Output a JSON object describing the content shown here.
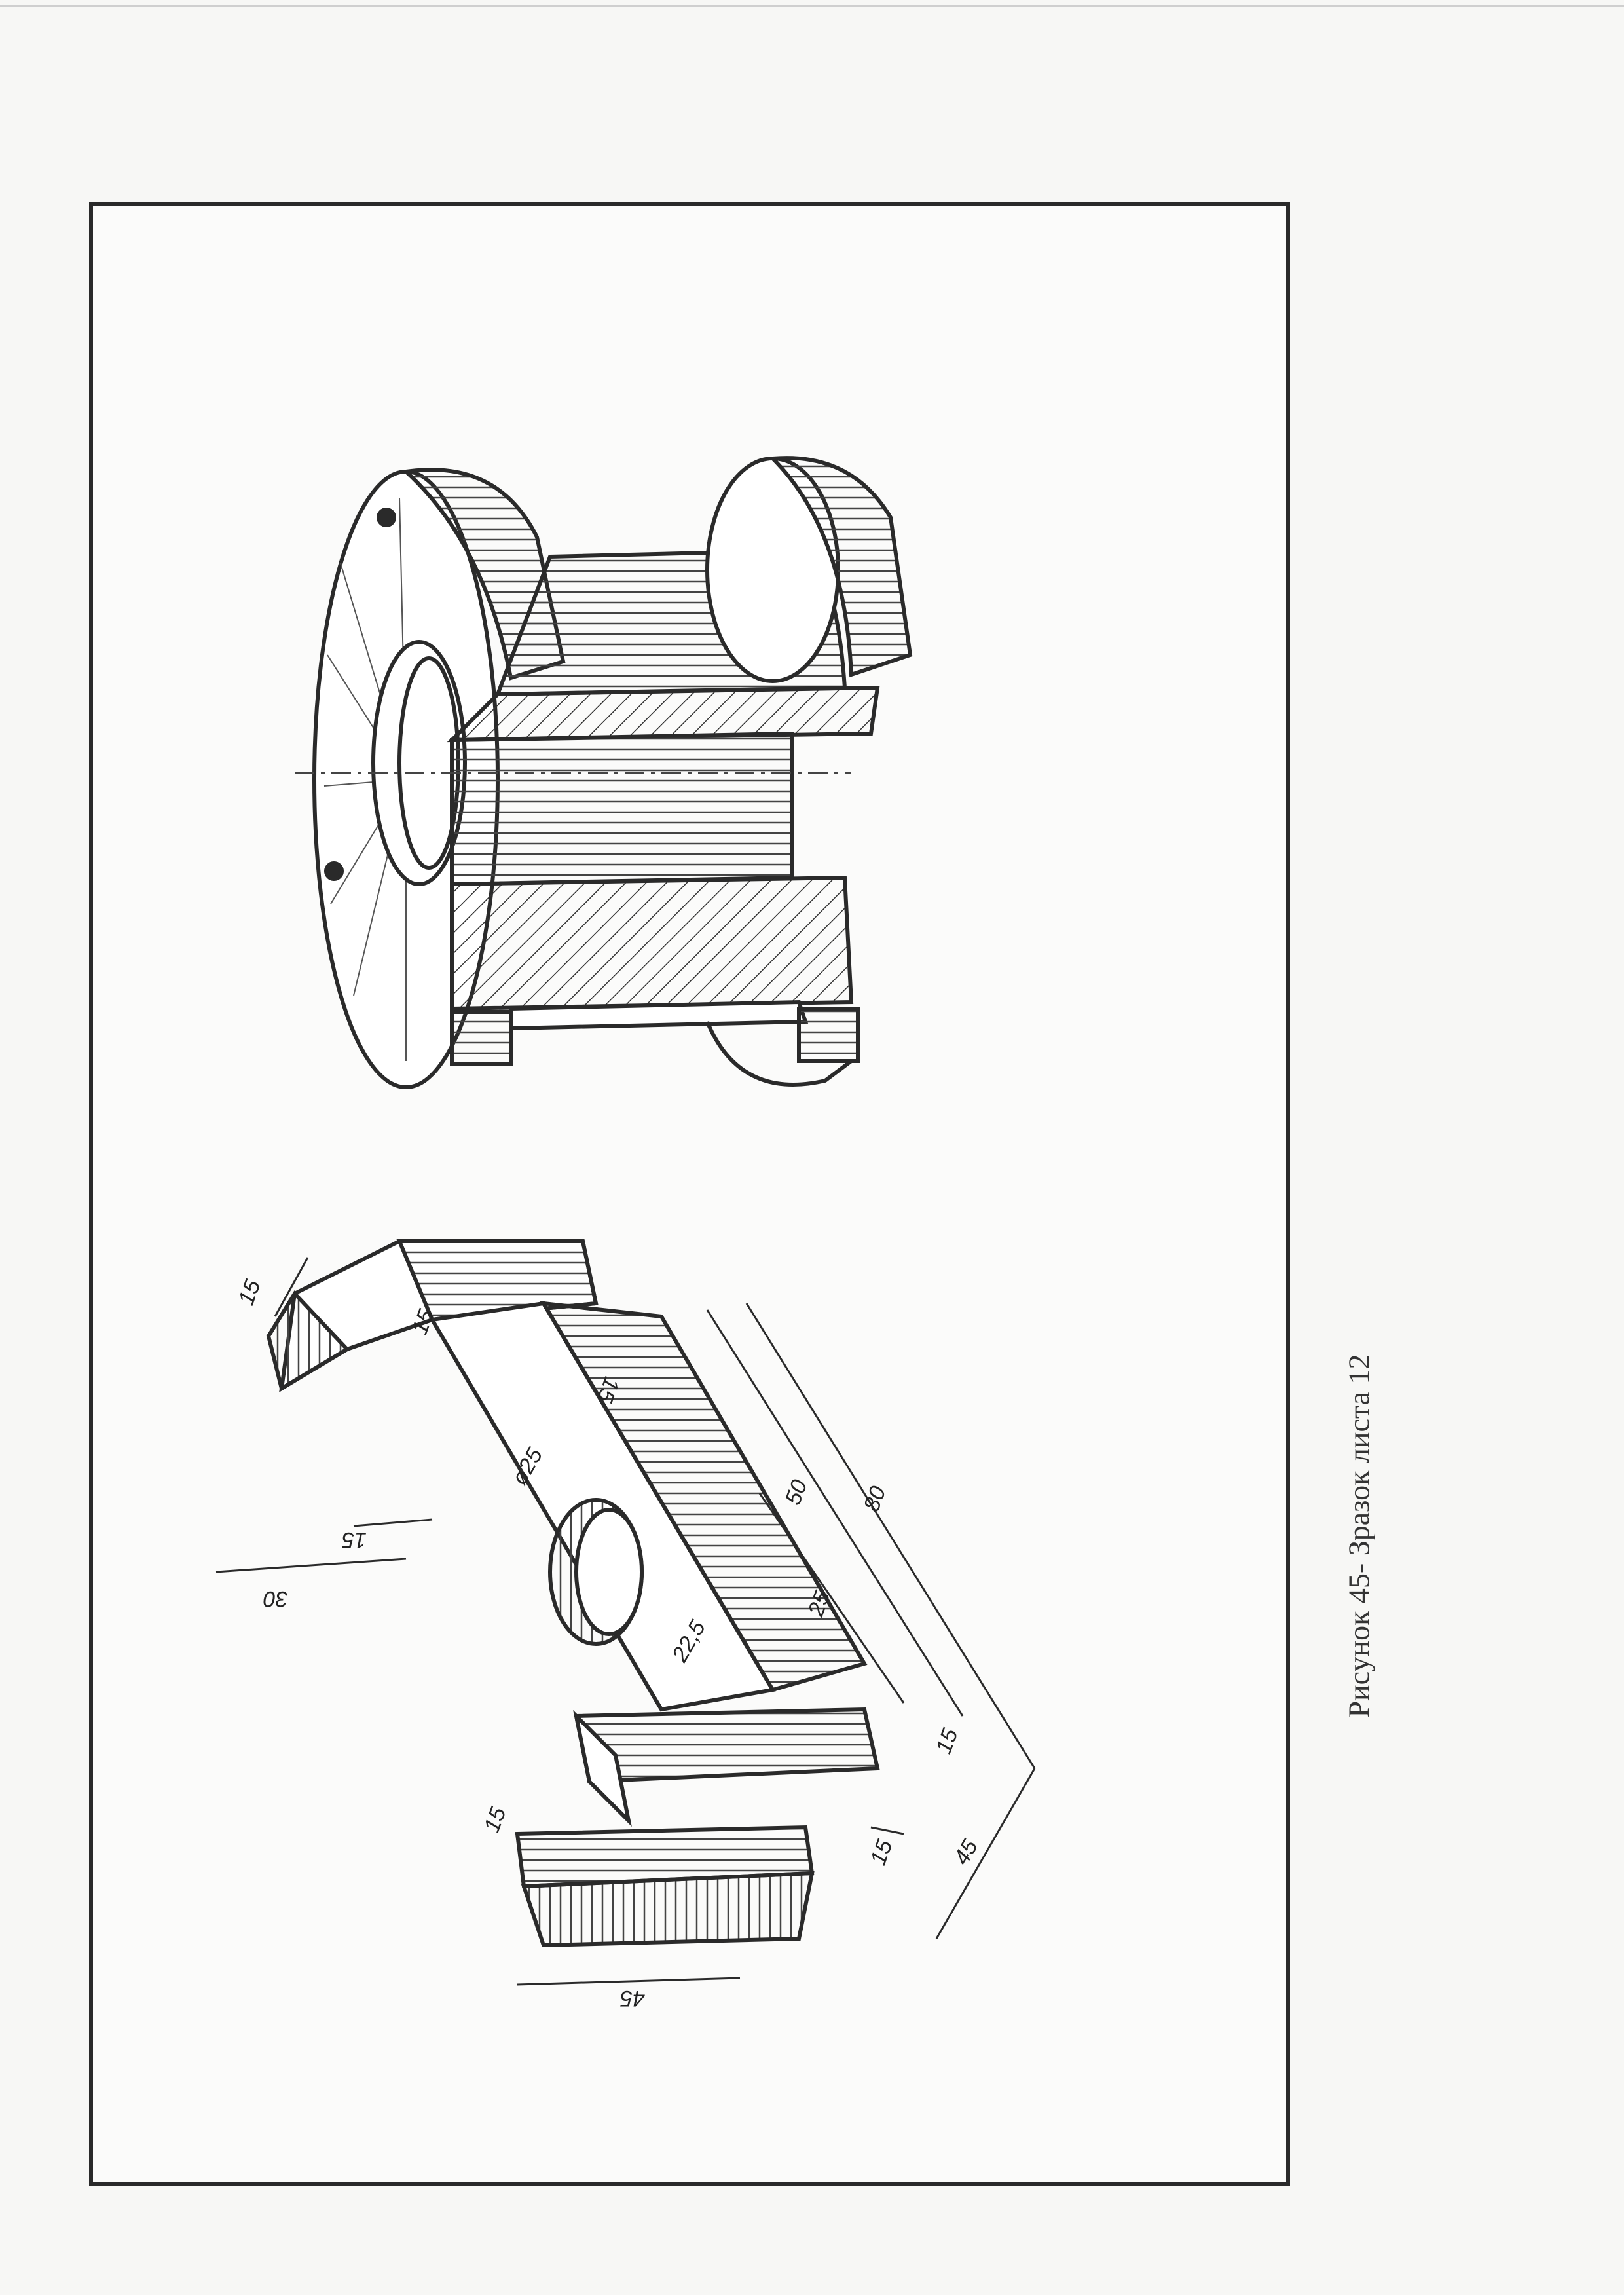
{
  "caption": "Рисунок 45- Зразок  листа 12",
  "dimensions": {
    "d15_top": "15",
    "d15_step": "15",
    "d15_inner": "15",
    "d30": "30",
    "d15_base": "15",
    "d25_hole": "ø25",
    "d22_5": "22,5",
    "d25": "25",
    "d50": "50",
    "d80": "80",
    "d15_lug": "15",
    "d15_tab": "15",
    "d15_tab2": "15",
    "d45_right": "45",
    "d45_bottom": "45"
  },
  "colors": {
    "ink": "#2a2a2a",
    "paper": "#fbfbfa"
  }
}
